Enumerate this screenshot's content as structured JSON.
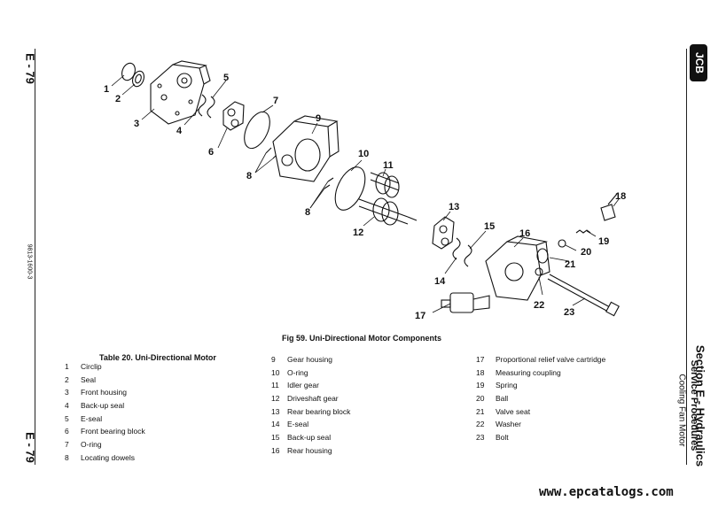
{
  "page": {
    "number": "E - 79",
    "doc_code": "9813-1600-3"
  },
  "section": {
    "title": "Section E - Hydraulics",
    "subtitle": "Service Procedures",
    "topic": "Cooling Fan Motor"
  },
  "brand": {
    "logo": "JCB",
    "color": "#111111"
  },
  "figure": {
    "caption": "Fig 59. Uni-Directional Motor Components",
    "callouts": [
      "1",
      "2",
      "3",
      "4",
      "5",
      "6",
      "7",
      "8",
      "8",
      "9",
      "10",
      "11",
      "12",
      "13",
      "14",
      "15",
      "16",
      "17",
      "18",
      "19",
      "20",
      "21",
      "22",
      "23"
    ]
  },
  "table": {
    "title": "Table 20. Uni-Directional Motor",
    "col1": [
      {
        "n": "1",
        "name": "Circlip"
      },
      {
        "n": "2",
        "name": "Seal"
      },
      {
        "n": "3",
        "name": "Front housing"
      },
      {
        "n": "4",
        "name": "Back-up seal"
      },
      {
        "n": "5",
        "name": "E-seal"
      },
      {
        "n": "6",
        "name": "Front bearing block"
      },
      {
        "n": "7",
        "name": "O-ring"
      },
      {
        "n": "8",
        "name": "Locating dowels"
      }
    ],
    "col2": [
      {
        "n": "9",
        "name": "Gear housing"
      },
      {
        "n": "10",
        "name": "O-ring"
      },
      {
        "n": "11",
        "name": "Idler gear"
      },
      {
        "n": "12",
        "name": "Driveshaft gear"
      },
      {
        "n": "13",
        "name": "Rear bearing block"
      },
      {
        "n": "14",
        "name": "E-seal"
      },
      {
        "n": "15",
        "name": "Back-up seal"
      },
      {
        "n": "16",
        "name": "Rear housing"
      }
    ],
    "col3": [
      {
        "n": "17",
        "name": "Proportional relief valve cartridge"
      },
      {
        "n": "18",
        "name": "Measuring coupling"
      },
      {
        "n": "19",
        "name": "Spring"
      },
      {
        "n": "20",
        "name": "Ball"
      },
      {
        "n": "21",
        "name": "Valve seat"
      },
      {
        "n": "22",
        "name": "Washer"
      },
      {
        "n": "23",
        "name": "Bolt"
      }
    ]
  },
  "watermark": "www.epcatalogs.com"
}
